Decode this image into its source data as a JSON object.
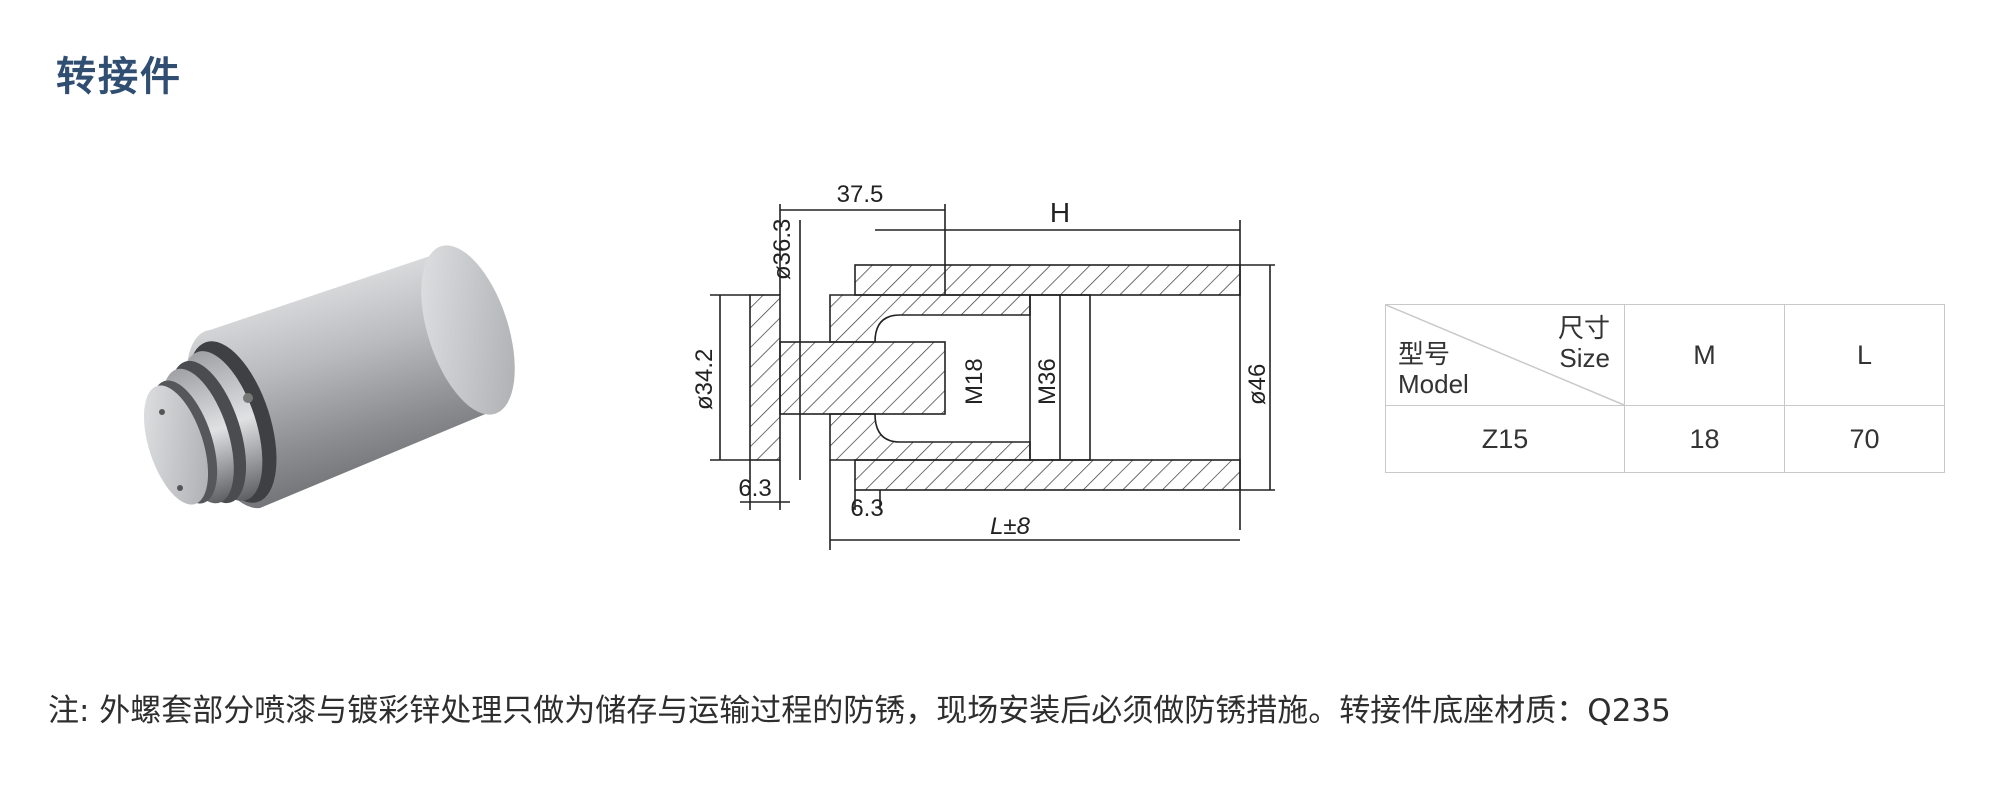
{
  "title": "转接件",
  "drawing": {
    "dim_37_5": "37.5",
    "dim_H": "H",
    "dim_d36_3": "ø36.3",
    "dim_d34_2": "ø34.2",
    "dim_M18": "M18",
    "dim_M36": "M36",
    "dim_d46": "ø46",
    "dim_6_3_left": "6.3",
    "dim_6_3_bottom": "6.3",
    "dim_L8": "L±8"
  },
  "table": {
    "header_size_cn": "尺寸",
    "header_size_en": "Size",
    "header_model_cn": "型号",
    "header_model_en": "Model",
    "col_M": "M",
    "col_L": "L",
    "rows": [
      {
        "model": "Z15",
        "M": "18",
        "L": "70"
      }
    ]
  },
  "note": "注: 外螺套部分喷漆与镀彩锌处理只做为储存与运输过程的防锈，现场安装后必须做防锈措施。转接件底座材质：Q235"
}
